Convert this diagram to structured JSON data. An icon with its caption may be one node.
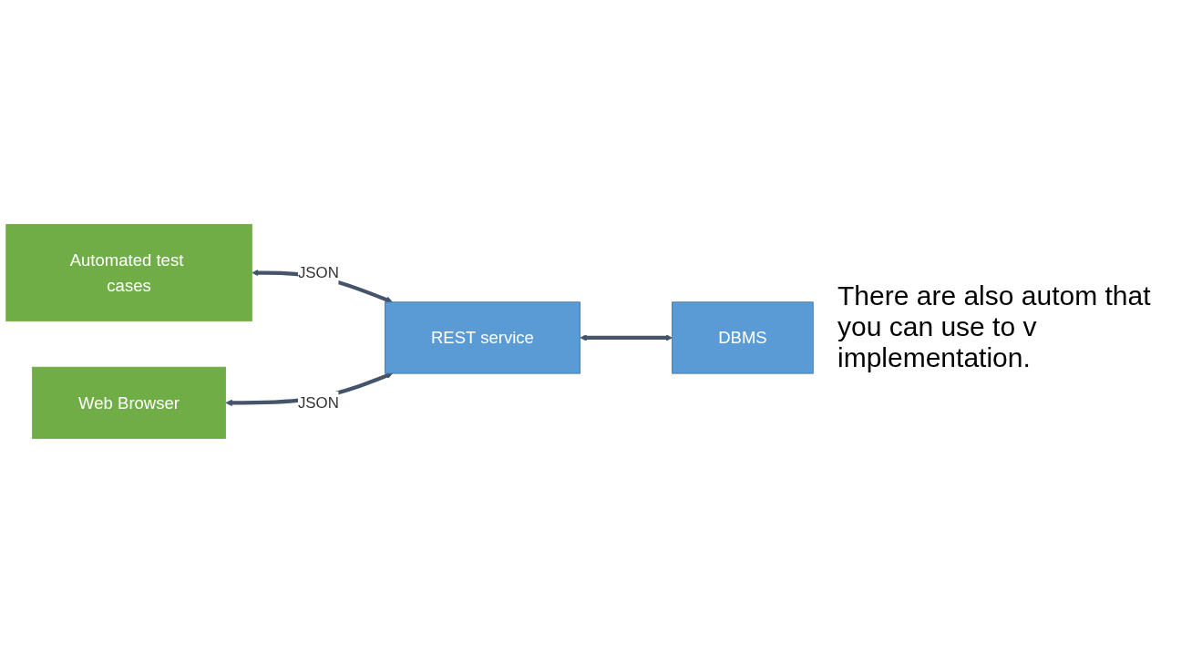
{
  "diagram": {
    "nodes": [
      {
        "text": [
          "Automated test cases"
        ]
      },
      {
        "text": [
          "Web Browser"
        ]
      },
      {
        "text": [
          "REST service"
        ]
      },
      {
        "text": [
          "DBMS"
        ]
      }
    ],
    "edges": [
      {
        "from": 0,
        "to": 2,
        "arrow": "both",
        "label": "JSON"
      },
      {
        "from": 1,
        "to": 2,
        "arrow": "both",
        "label": "JSON"
      },
      {
        "from": 2,
        "to": 3,
        "arrow": "both"
      }
    ],
    "labels": [
      "There are also autom that you can use to v implementation."
    ]
  }
}
